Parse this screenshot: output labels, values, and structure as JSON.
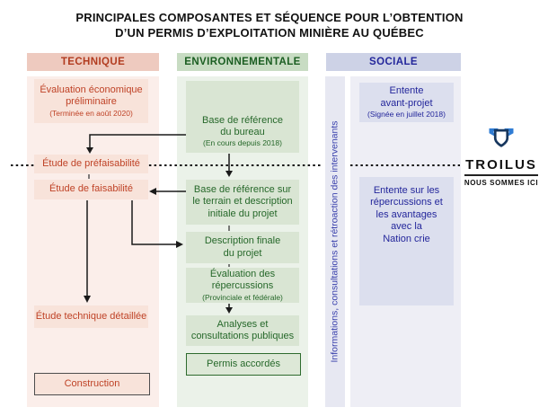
{
  "title": "PRINCIPALES COMPOSANTES ET SÉQUENCE POUR L’OBTENTION\nD’UN PERMIS D’EXPLOITATION MINIÈRE AU QUÉBEC",
  "columns": {
    "technique": {
      "header": "TECHNIQUE",
      "eval_title": "Évaluation économique\npréliminaire",
      "eval_note": "(Terminée en août 2020)",
      "prefaisabilite": "Étude de préfaisabilité",
      "faisabilite": "Étude de faisabilité",
      "etude_technique": "Étude technique détaillée",
      "construction": "Construction"
    },
    "environnementale": {
      "header": "ENVIRONNEMENTALE",
      "bureau_title": "Base de référence\ndu bureau",
      "bureau_note": "(En cours depuis 2018)",
      "terrain": "Base de référence sur\nle terrain et description\ninitiale du projet",
      "description_finale": "Description finale\ndu projet",
      "evaluation_title": "Évaluation des\nrépercussions",
      "evaluation_note": "(Provinciale et fédérale)",
      "analyses": "Analyses et\nconsultations publiques",
      "permis": "Permis accordés"
    },
    "sociale": {
      "header": "SOCIALE",
      "entente_avant_title": "Entente\navant-projet",
      "entente_avant_note": "(Signée en juillet 2018)",
      "entente_repercussions": "Entente sur les\nrépercussions et\nles avantages\navec la\nNation crie"
    }
  },
  "feedback_bar": {
    "label": "Informations, consultations et rétroaction des intervenants"
  },
  "logo": {
    "name": "TROILUS",
    "tagline": "NOUS SOMMES ICI"
  },
  "colors": {
    "technique_accent": "#b5401f",
    "technique_header_bg": "#eecabf",
    "technique_body_bg": "#fbeeea",
    "technique_box_bg": "#f8e3da",
    "env_accent": "#26682a",
    "env_header_bg": "#c8dcc3",
    "env_body_bg": "#ebf2e9",
    "env_box_bg": "#d9e5d3",
    "social_accent": "#23269b",
    "social_header_bg": "#cdd2e6",
    "social_body_bg": "#eeeef5",
    "social_box_bg": "#dcdfee",
    "bar_bg": "#e7e8f2",
    "bar_text": "#3a41ac",
    "line_color": "#1a1a1a",
    "logo_navy": "#17375e",
    "logo_blue": "#2f7cd4"
  }
}
